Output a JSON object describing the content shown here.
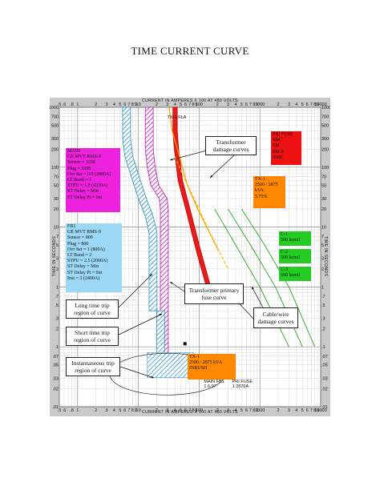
{
  "page": {
    "title": "TIME CURRENT CURVE"
  },
  "axes": {
    "x_top_title": "CURRENT IN AMPERES X 100 AT 480 VOLTS",
    "x_bottom_title": "CURRENT IN AMPERES X 100 AT 480 VOLTS",
    "y_left_title": "TIME IN SECONDS",
    "y_right_title": "TIME IN SECONDS",
    "x_ticks": [
      ".5",
      ".6",
      ".8",
      "1",
      "2",
      "3",
      "4",
      "5",
      "6",
      "7",
      "8",
      "9",
      "10",
      "2",
      "3",
      "4",
      "5",
      "6",
      "7",
      "8",
      "9",
      "100",
      "2",
      "3",
      "4",
      "5",
      "6",
      "7",
      "8",
      "9",
      "1000",
      "2",
      "3",
      "4",
      "5",
      "6",
      "7",
      "8",
      "9",
      "10000"
    ],
    "y_ticks_top": [
      "1000",
      "700",
      "500",
      "300",
      "200",
      "100",
      "70",
      "50",
      "30",
      "20",
      "10"
    ],
    "y_ticks_bottom": [
      "10",
      "7",
      "5",
      "3",
      "2",
      "1",
      ".7",
      ".5",
      ".3",
      ".2",
      ".1",
      ".07",
      ".05",
      ".03",
      ".02",
      ".01"
    ]
  },
  "devices": {
    "main": {
      "color": "#ee22dd",
      "lines": [
        "MAIN",
        "GE MVT RMS-9",
        "Sensor = 3200",
        "Plug = 3200",
        "Ovr Set = 0.9 (2880A)",
        "LT Band = 1",
        "STPU = 1.5 (4320A)",
        "ST Delay = Min",
        "ST Delay Pt = 0ut"
      ]
    },
    "fb1": {
      "color": "#9ad8f5",
      "lines": [
        "FB1",
        "GE MVT RMS-9",
        "Sensor = 800",
        "Plug = 800",
        "Ovr Set = 1 (800A)",
        "LT Band = 2",
        "STPU = 2.5 (2000A)",
        "ST Delay = Min",
        "ST Delay Pt = 0ut",
        "Inst = 3 (2400A)"
      ]
    },
    "pri_fuse": {
      "color": "#ee1111",
      "lines": [
        "PRI FUSE",
        "S&C",
        "SM",
        "SM-5",
        "300E"
      ]
    },
    "tx1_top": {
      "color": "#ff8800",
      "lines": [
        "TX-1",
        "2500 / 2875 kVA",
        "5.75%"
      ]
    },
    "tx1_inrush": {
      "color": "#ff8800",
      "lines": [
        "TX-1",
        "2500 / 2875 kVA",
        "INRUSH"
      ]
    },
    "cables": [
      {
        "color": "#22cc22",
        "lines": [
          "C-1",
          "  500 kcmil"
        ]
      },
      {
        "color": "#22cc22",
        "lines": [
          "C-2",
          "  500 kcmil"
        ]
      },
      {
        "color": "#22cc22",
        "lines": [
          "C-3",
          "  500 kcmil"
        ]
      }
    ]
  },
  "callouts": {
    "transformer_damage": "Transformer damage curves",
    "transformer_primary_fuse": "Transformer primary fuse curve",
    "cable_wire_damage": "Cable/wire damage curves",
    "long_time": "Long time trip region of curve",
    "short_time": "Short time trip region of curve",
    "instantaneous": "Instantaneous trip region of curve"
  },
  "small_labels": {
    "tx_fla": "TX-1 FLA",
    "bottom_mid": "MAIN FB1",
    "bottom_mid_sub": "1 6.97",
    "bottom_right": "PRI FUSE",
    "bottom_right_sub": "1 2870A"
  },
  "chart_data": {
    "type": "line",
    "title": "TIME CURRENT CURVE",
    "xlabel": "CURRENT IN AMPERES X 100 AT 480 VOLTS",
    "ylabel": "TIME IN SECONDS",
    "x_scale": "log",
    "y_scale": "log",
    "xlim": [
      0.5,
      10000
    ],
    "ylim": [
      0.01,
      1000
    ],
    "grid": true,
    "series": [
      {
        "name": "MAIN",
        "color": "#ee22dd",
        "x": [
          13,
          13,
          14,
          16,
          22,
          23,
          23,
          35,
          35
        ],
        "y": [
          1000,
          200,
          100,
          50,
          30,
          20,
          0.07,
          0.07,
          0.05
        ]
      },
      {
        "name": "FB1",
        "color": "#9ad8f5",
        "x": [
          5.5,
          5.5,
          6,
          8,
          10,
          13,
          15,
          15,
          20,
          20
        ],
        "y": [
          1000,
          300,
          150,
          60,
          30,
          15,
          8,
          0.4,
          0.4,
          0.05
        ]
      },
      {
        "name": "PRI FUSE",
        "color": "#ee1111",
        "x": [
          37,
          37,
          39,
          45,
          60,
          90,
          140
        ],
        "y": [
          1000,
          400,
          200,
          60,
          20,
          4,
          0.8
        ]
      },
      {
        "name": "TX-1",
        "color": "#ff9900",
        "x": [
          32,
          36,
          44,
          64,
          95,
          210
        ],
        "y": [
          1000,
          400,
          200,
          50,
          20,
          4
        ]
      },
      {
        "name": "TX-1",
        "color": "#ffcc00",
        "x": [
          40,
          55,
          90,
          150,
          300
        ],
        "y": [
          150,
          70,
          25,
          8,
          2
        ]
      },
      {
        "name": "C-1",
        "color": "#22aa22",
        "x": [
          180,
          400,
          1000,
          3000
        ],
        "y": [
          20,
          5,
          1,
          0.1
        ]
      },
      {
        "name": "C-2",
        "color": "#22aa22",
        "x": [
          300,
          700,
          1800,
          5000
        ],
        "y": [
          20,
          5,
          1,
          0.1
        ]
      },
      {
        "name": "C-3",
        "color": "#22aa22",
        "x": [
          500,
          1200,
          3000,
          8000
        ],
        "y": [
          20,
          5,
          1,
          0.1
        ]
      }
    ]
  }
}
